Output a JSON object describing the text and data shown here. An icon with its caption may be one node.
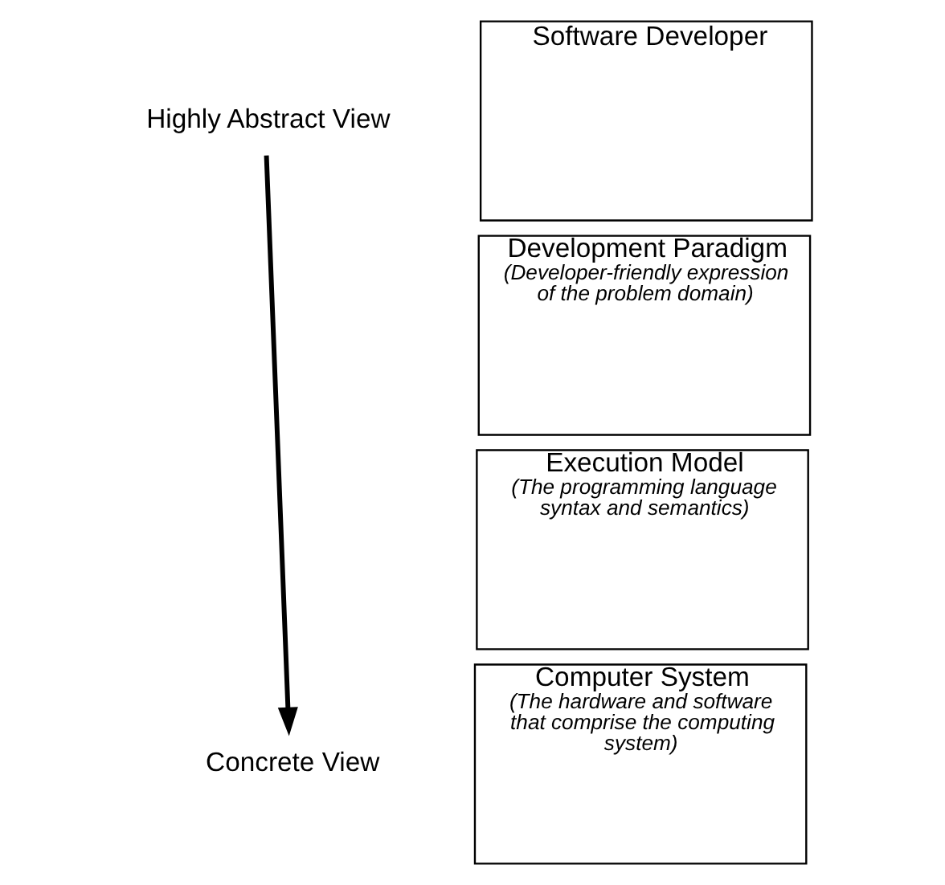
{
  "diagram": {
    "nodes": [
      {
        "text": [
          "Highly Abstract View"
        ]
      },
      {
        "text": [
          "Concrete View"
        ]
      },
      {
        "text": [
          "Software Developer"
        ]
      },
      {
        "text": [
          "Development Paradigm",
          "(Developer-friendly expression of the problem domain)"
        ]
      },
      {
        "text": [
          "Execution Model",
          "(The programming language syntax and semantics)"
        ]
      },
      {
        "text": [
          "Computer System",
          "(The hardware and software that comprise the computing system)"
        ]
      }
    ],
    "edges": [
      {
        "from": 0,
        "to": 1,
        "arrow": "to"
      }
    ]
  }
}
